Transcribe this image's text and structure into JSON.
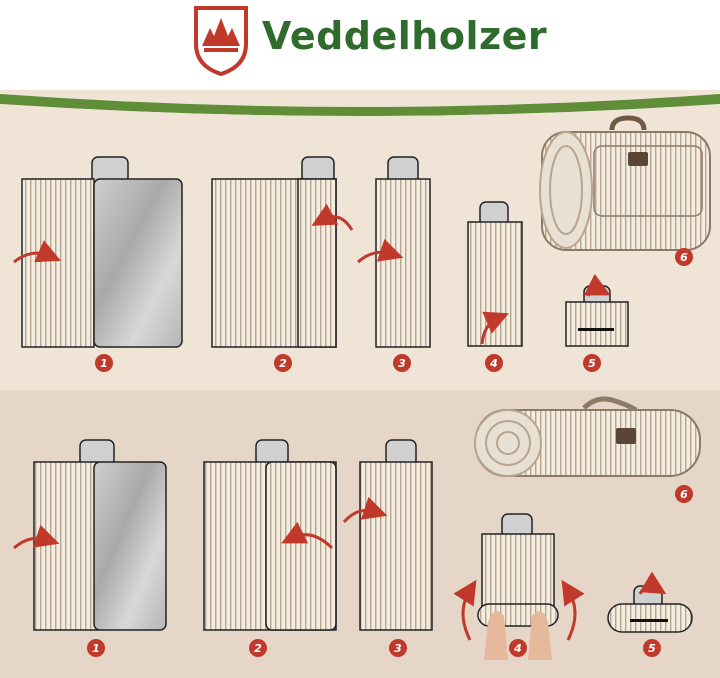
{
  "brand": {
    "name": "Veddelholzer"
  },
  "colors": {
    "brand_green": "#2f6b2c",
    "step_red": "#c0392b",
    "stripe": "#b8a48f",
    "mat_base": "#f3ece1"
  },
  "icons": {
    "logo": "forest-shield-logo",
    "arrow": "curved-arrow-icon"
  },
  "top_steps": [
    "1",
    "2",
    "3",
    "4",
    "5",
    "6"
  ],
  "bottom_steps": [
    "1",
    "2",
    "3",
    "4",
    "5",
    "6"
  ]
}
